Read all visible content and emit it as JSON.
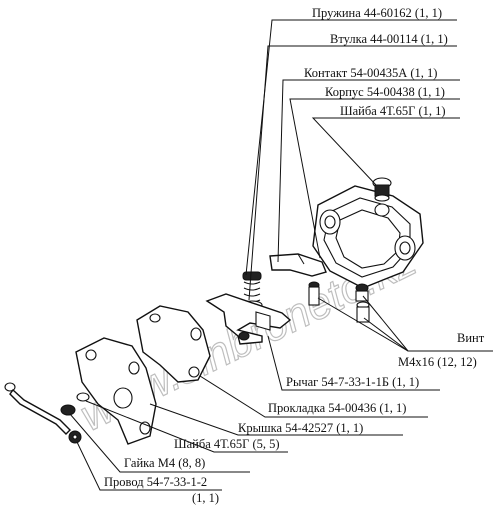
{
  "labels": {
    "spring": "Пружина 44-60162 (1, 1)",
    "bushing": "Втулка 44-00114 (1, 1)",
    "contact": "Контакт 54-00435А (1, 1)",
    "body": "Корпус 54-00438 (1, 1)",
    "washer_top": "Шайба 4Т.65Г (1, 1)",
    "screw": "Винт",
    "screw_size": "М4х16 (12, 12)",
    "lever": "Рычаг 54-7-33-1-1Б (1, 1)",
    "gasket": "Прокладка 54-00436 (1, 1)",
    "cover": "Крышка 54-42527 (1, 1)",
    "washer_bottom": "Шайба 4Т.65Г (5, 5)",
    "nut": "Гайка М4 (8, 8)",
    "wire": "Провод 54-7-33-1-2",
    "wire_qty": "(1, 1)"
  },
  "watermark": "www.sinbroneto.kz"
}
